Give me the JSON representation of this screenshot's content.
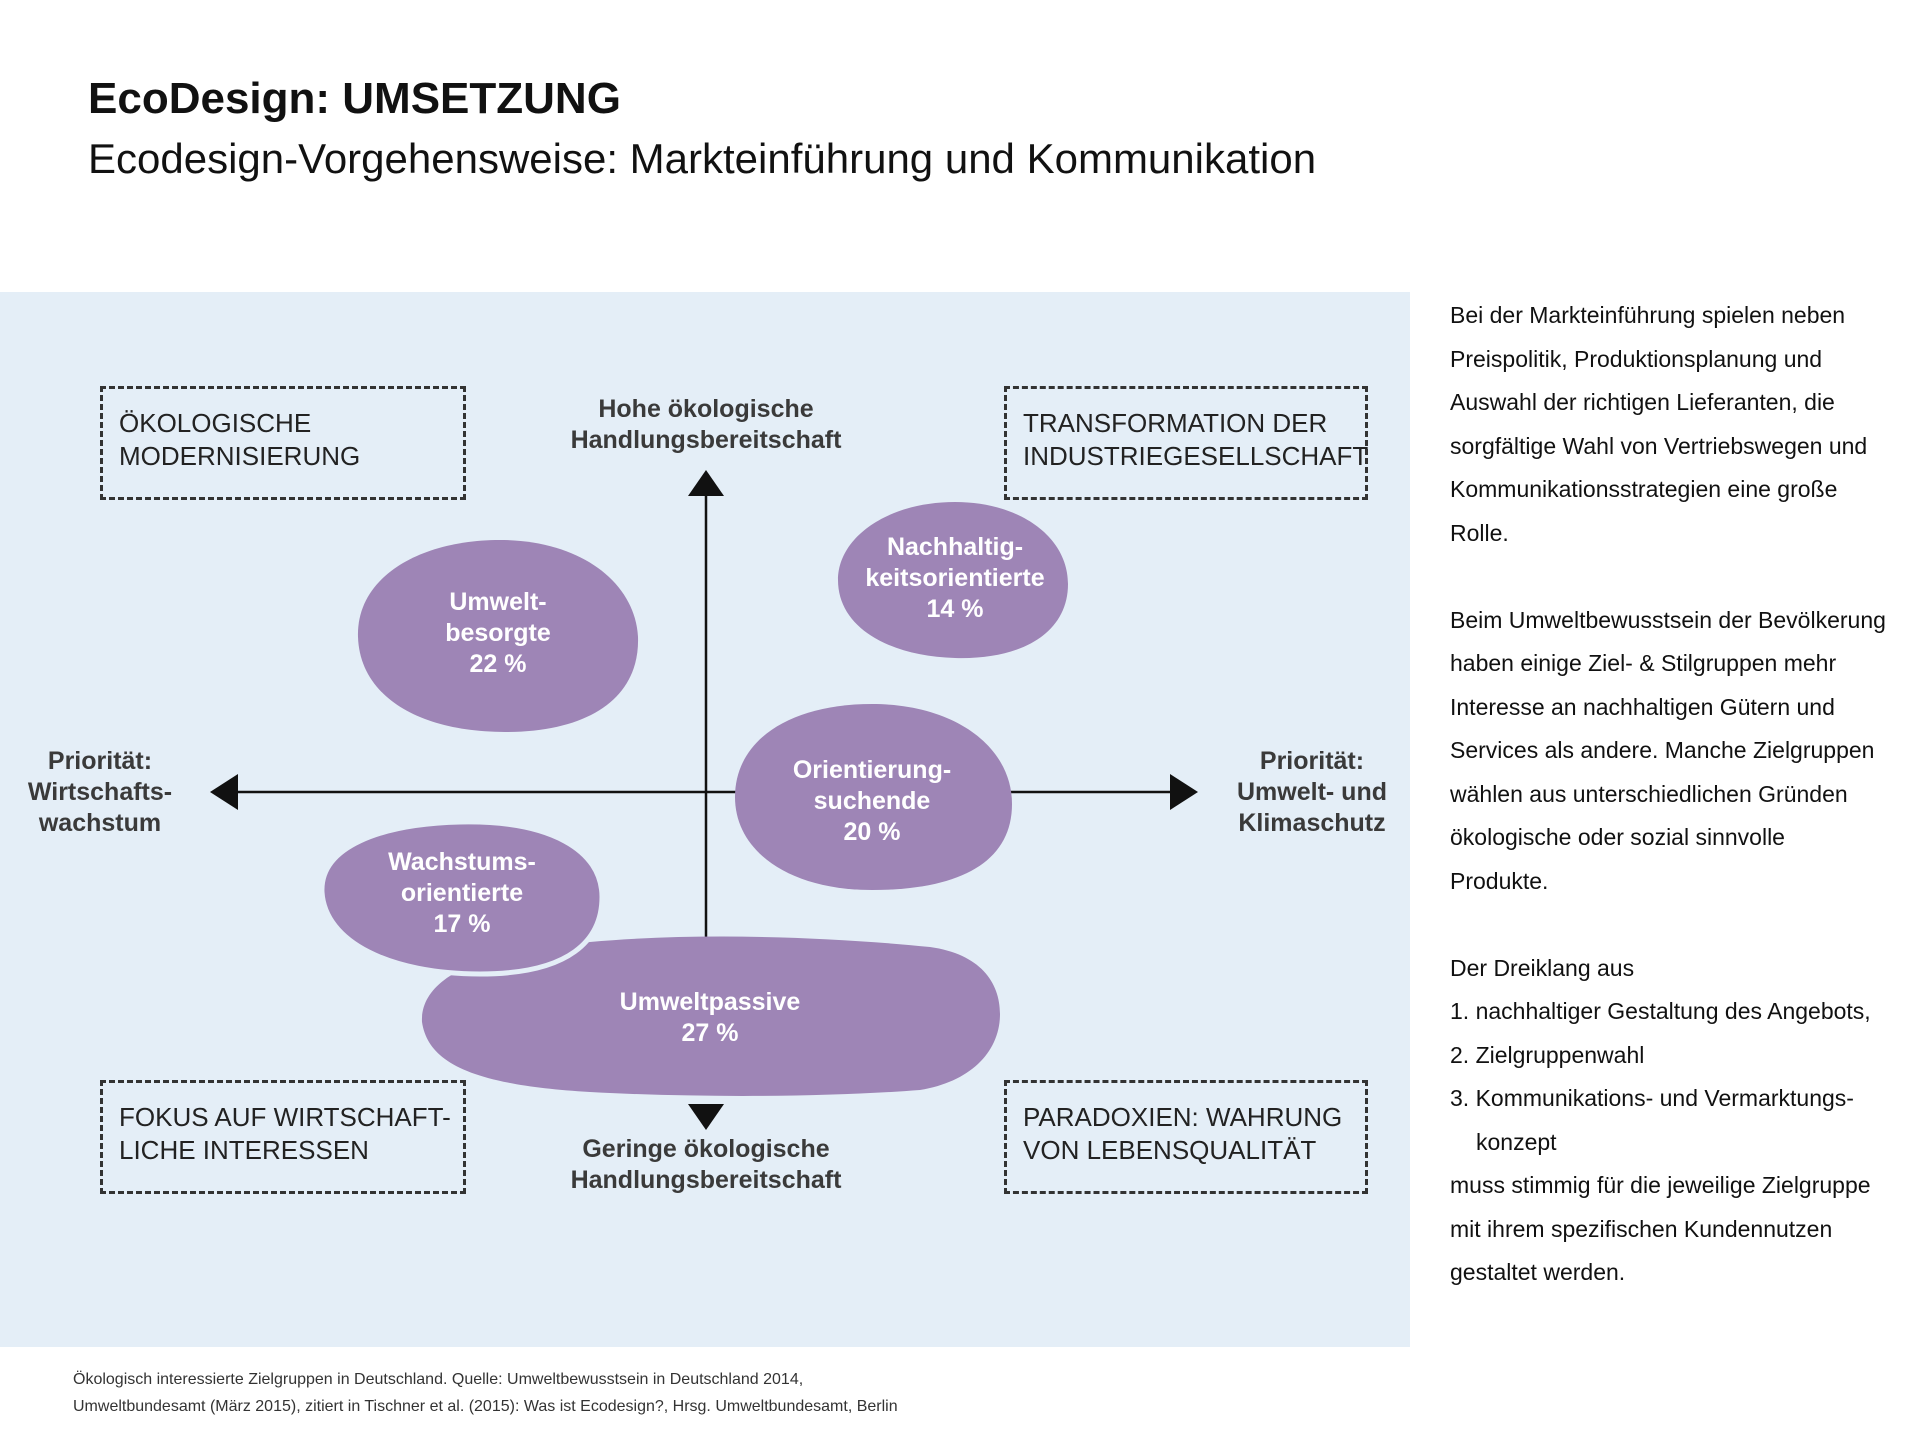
{
  "header": {
    "title": "EcoDesign: UMSETZUNG",
    "subtitle": "Ecodesign-Vorgehensweise: Markteinführung und Kommunikation"
  },
  "diagram": {
    "quadrants": {
      "top_left": [
        "ÖKOLOGISCHE",
        "MODERNISIERUNG"
      ],
      "top_right": [
        "TRANSFORMATION DER",
        "INDUSTRIEGESELLSCHAFT"
      ],
      "bottom_left": [
        "FOKUS AUF WIRTSCHAFT-",
        "LICHE INTERESSEN"
      ],
      "bottom_right": [
        "PARADOXIEN: WAHRUNG",
        "VON LEBENSQUALITÄT"
      ]
    },
    "axes": {
      "top": [
        "Hohe ökologische",
        "Handlungsbereitschaft"
      ],
      "bottom": [
        "Geringe ökologische",
        "Handlungsbereitschaft"
      ],
      "left": [
        "Priorität:",
        "Wirtschafts-",
        "wachstum"
      ],
      "right": [
        "Priorität:",
        "Umwelt- und",
        "Klimaschutz"
      ]
    },
    "groups": [
      {
        "lines": [
          "Umwelt-",
          "besorgte"
        ],
        "share": "22 %"
      },
      {
        "lines": [
          "Nachhaltig-",
          "keitsorientierte"
        ],
        "share": "14 %"
      },
      {
        "lines": [
          "Orientierung-",
          "suchende"
        ],
        "share": "20 %"
      },
      {
        "lines": [
          "Wachstums-",
          "orientierte"
        ],
        "share": "17 %"
      },
      {
        "lines": [
          "Umweltpassive"
        ],
        "share": "27 %"
      }
    ],
    "colors": {
      "background": "#e4eef7",
      "blob": "#9e85b6",
      "axis": "#111111"
    }
  },
  "caption": {
    "line1": "Ökologisch interessierte Zielgruppen in Deutschland. Quelle: Umweltbewusstsein in Deutschland 2014,",
    "line2": "Umweltbundesamt (März 2015), zitiert in Tischner et al. (2015): Was ist Ecodesign?, Hrsg. Umweltbundesamt, Berlin"
  },
  "sidebar": {
    "para1": [
      "Bei der Markteinführung spielen neben",
      "Preispolitik, Produktionsplanung und",
      "Auswahl der richtigen Lieferanten, die",
      "sorgfältige Wahl von Vertriebswegen und",
      "Kommunikationsstrategien eine große",
      "Rolle."
    ],
    "para2": [
      "Beim Umweltbewusstsein der Bevölkerung",
      "haben einige Ziel- & Stilgruppen mehr",
      "Interesse an nachhaltigen Gütern und",
      "Services als andere. Manche Zielgruppen",
      "wählen aus unterschiedlichen Gründen",
      "ökologische oder sozial sinnvolle",
      "Produkte."
    ],
    "para3": {
      "intro": "Der Dreiklang aus",
      "item1": "1. nachhaltiger Gestaltung des Angebots,",
      "item2": "2. Zielgruppenwahl",
      "item3a": "3. Kommunikations- und Vermarktungs-",
      "item3b": "konzept",
      "out1": "muss stimmig für die jeweilige Zielgruppe",
      "out2": "mit ihrem spezifischen Kundennutzen",
      "out3": "gestaltet werden."
    }
  }
}
